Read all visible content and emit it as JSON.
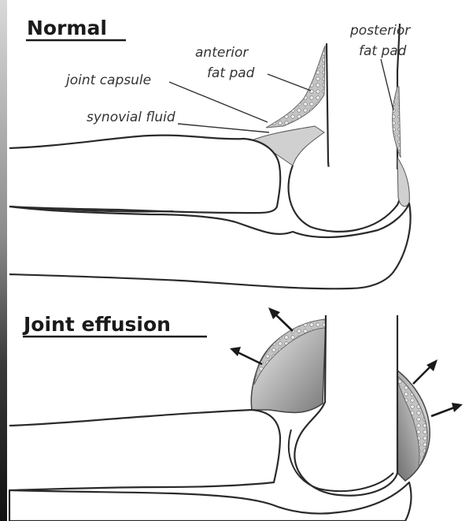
{
  "sections": {
    "normal": {
      "title": "Normal",
      "labels": {
        "anterior_fat_pad_line1": "anterior",
        "anterior_fat_pad_line2": "fat pad",
        "posterior_fat_pad_line1": "posterior",
        "posterior_fat_pad_line2": "fat pad",
        "joint_capsule": "joint capsule",
        "synovial_fluid": "synovial fluid"
      }
    },
    "effusion": {
      "title": "Joint effusion"
    }
  },
  "colors": {
    "outline": "#2a2a2a",
    "fluid": "#d0d0d0",
    "fat_pad": "#b8b8b8"
  }
}
